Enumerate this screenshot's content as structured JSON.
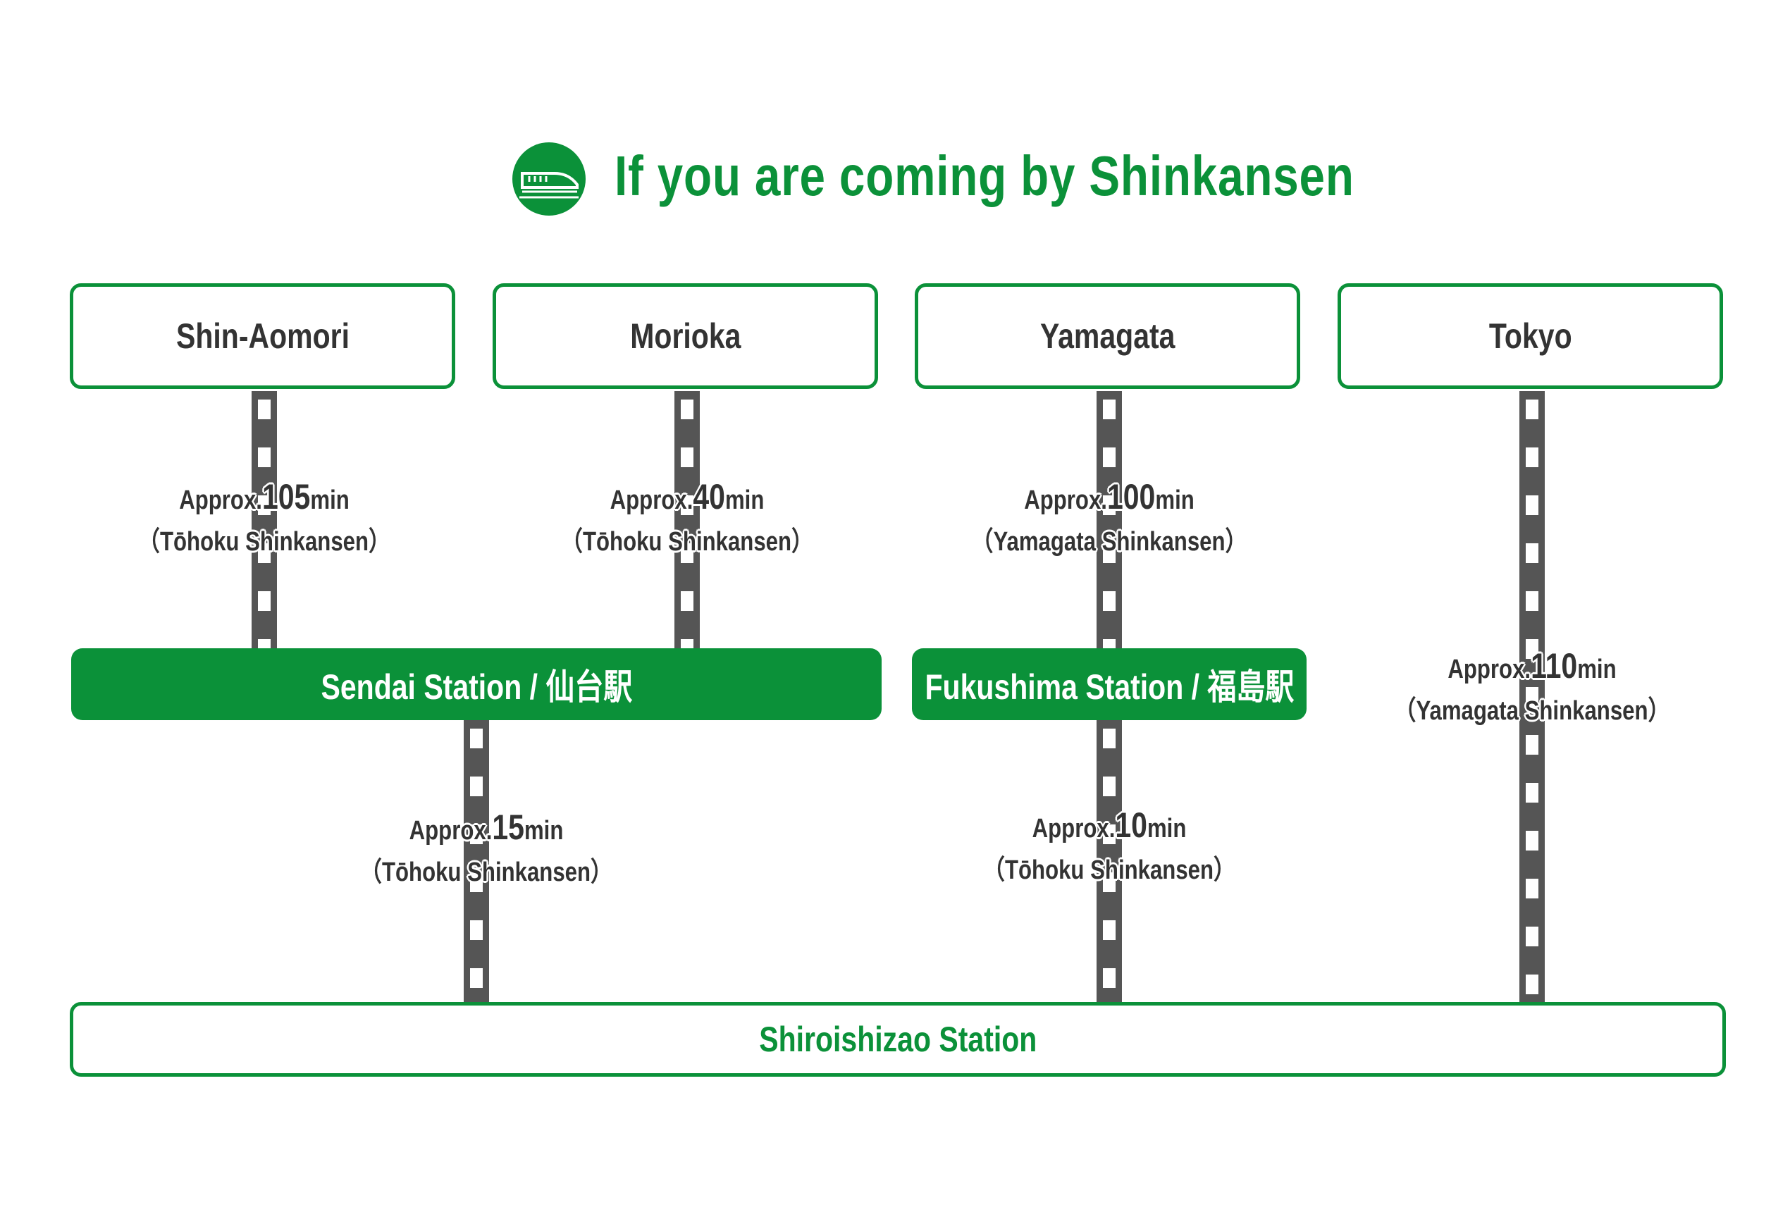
{
  "title": "If you are coming by Shinkansen",
  "title_icon": "shinkansen-train-icon",
  "colors": {
    "accent": "#0b9139",
    "track": "#555555",
    "text": "#333333"
  },
  "origins": [
    {
      "label": "Shin-Aomori"
    },
    {
      "label": "Morioka"
    },
    {
      "label": "Yamagata"
    },
    {
      "label": "Tokyo"
    }
  ],
  "hubs": [
    {
      "label": "Sendai Station / 仙台駅"
    },
    {
      "label": "Fukushima Station / 福島駅"
    }
  ],
  "destination": {
    "label": "Shiroishizao Station"
  },
  "segments": [
    {
      "prefix": "Approx.",
      "minutes": "105",
      "unit": "min",
      "line": "（Tōhoku Shinkansen）"
    },
    {
      "prefix": "Approx.",
      "minutes": "40",
      "unit": "min",
      "line": "（Tōhoku Shinkansen）"
    },
    {
      "prefix": "Approx.",
      "minutes": "100",
      "unit": "min",
      "line": "（Yamagata Shinkansen）"
    },
    {
      "prefix": "Approx.",
      "minutes": "110",
      "unit": "min",
      "line": "（Yamagata Shinkansen）"
    },
    {
      "prefix": "Approx.",
      "minutes": "15",
      "unit": "min",
      "line": "（Tōhoku Shinkansen）"
    },
    {
      "prefix": "Approx.",
      "minutes": "10",
      "unit": "min",
      "line": "（Tōhoku Shinkansen）"
    }
  ]
}
